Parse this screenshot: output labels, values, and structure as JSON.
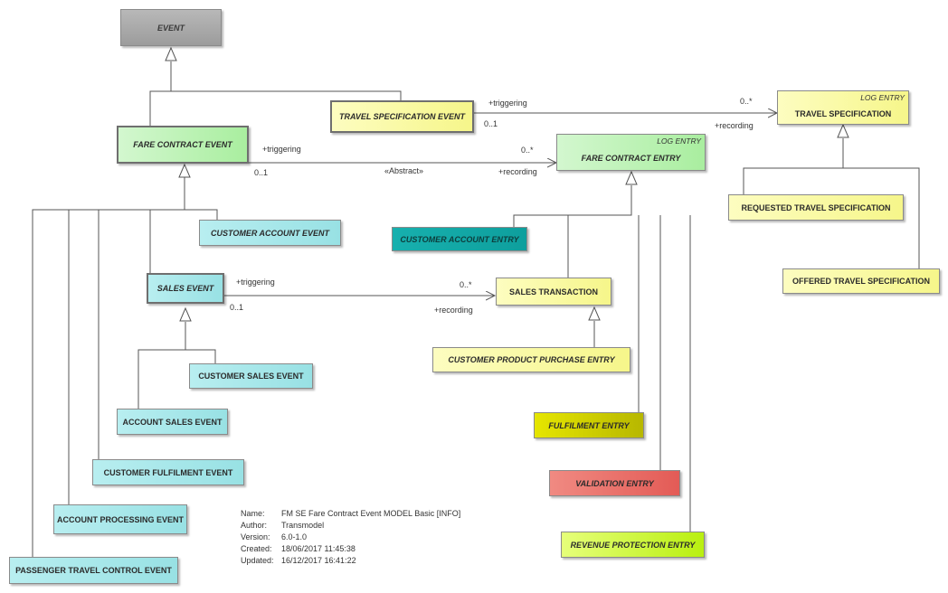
{
  "classes": {
    "event": {
      "name": "EVENT"
    },
    "fare_contract_event": {
      "name": "FARE CONTRACT EVENT"
    },
    "travel_specification_event": {
      "name": "TRAVEL SPECIFICATION EVENT"
    },
    "travel_specification": {
      "name": "TRAVEL SPECIFICATION",
      "stereotype": "LOG ENTRY"
    },
    "fare_contract_entry": {
      "name": "FARE CONTRACT ENTRY",
      "stereotype": "LOG ENTRY"
    },
    "customer_account_event": {
      "name": "CUSTOMER ACCOUNT EVENT"
    },
    "customer_account_entry": {
      "name": "CUSTOMER ACCOUNT ENTRY"
    },
    "requested_travel_specification": {
      "name": "REQUESTED TRAVEL SPECIFICATION"
    },
    "offered_travel_specification": {
      "name": "OFFERED TRAVEL SPECIFICATION"
    },
    "sales_event": {
      "name": "SALES EVENT"
    },
    "sales_transaction": {
      "name": "SALES TRANSACTION"
    },
    "customer_sales_event": {
      "name": "CUSTOMER SALES EVENT"
    },
    "customer_product_purchase_entry": {
      "name": "CUSTOMER PRODUCT PURCHASE ENTRY"
    },
    "account_sales_event": {
      "name": "ACCOUNT SALES EVENT"
    },
    "fulfilment_entry": {
      "name": "FULFILMENT ENTRY"
    },
    "customer_fulfilment_event": {
      "name": "CUSTOMER FULFILMENT EVENT"
    },
    "validation_entry": {
      "name": "VALIDATION ENTRY"
    },
    "account_processing_event": {
      "name": "ACCOUNT PROCESSING EVENT"
    },
    "revenue_protection_entry": {
      "name": "REVENUE PROTECTION ENTRY"
    },
    "passenger_travel_control_event": {
      "name": "PASSENGER TRAVEL CONTROL EVENT"
    }
  },
  "associations": {
    "travel_spec": {
      "source_role": "+triggering",
      "source_mult": "0..1",
      "target_mult": "0..*",
      "target_role": "+recording"
    },
    "fare_contract": {
      "source_role": "+triggering",
      "source_mult": "0..1",
      "target_mult": "0..*",
      "target_role": "+recording",
      "stereotype": "«Abstract»"
    },
    "sales": {
      "source_role": "+triggering",
      "source_mult": "0..1",
      "target_mult": "0..*",
      "target_role": "+recording"
    }
  },
  "metadata": {
    "name_label": "Name:",
    "name": "FM SE Fare Contract Event MODEL Basic [INFO]",
    "author_label": "Author:",
    "author": "Transmodel",
    "version_label": "Version:",
    "version": "6.0-1.0",
    "created_label": "Created:",
    "created": "18/06/2017 11:45:38",
    "updated_label": "Updated:",
    "updated": "16/12/2017 16:41:22"
  }
}
